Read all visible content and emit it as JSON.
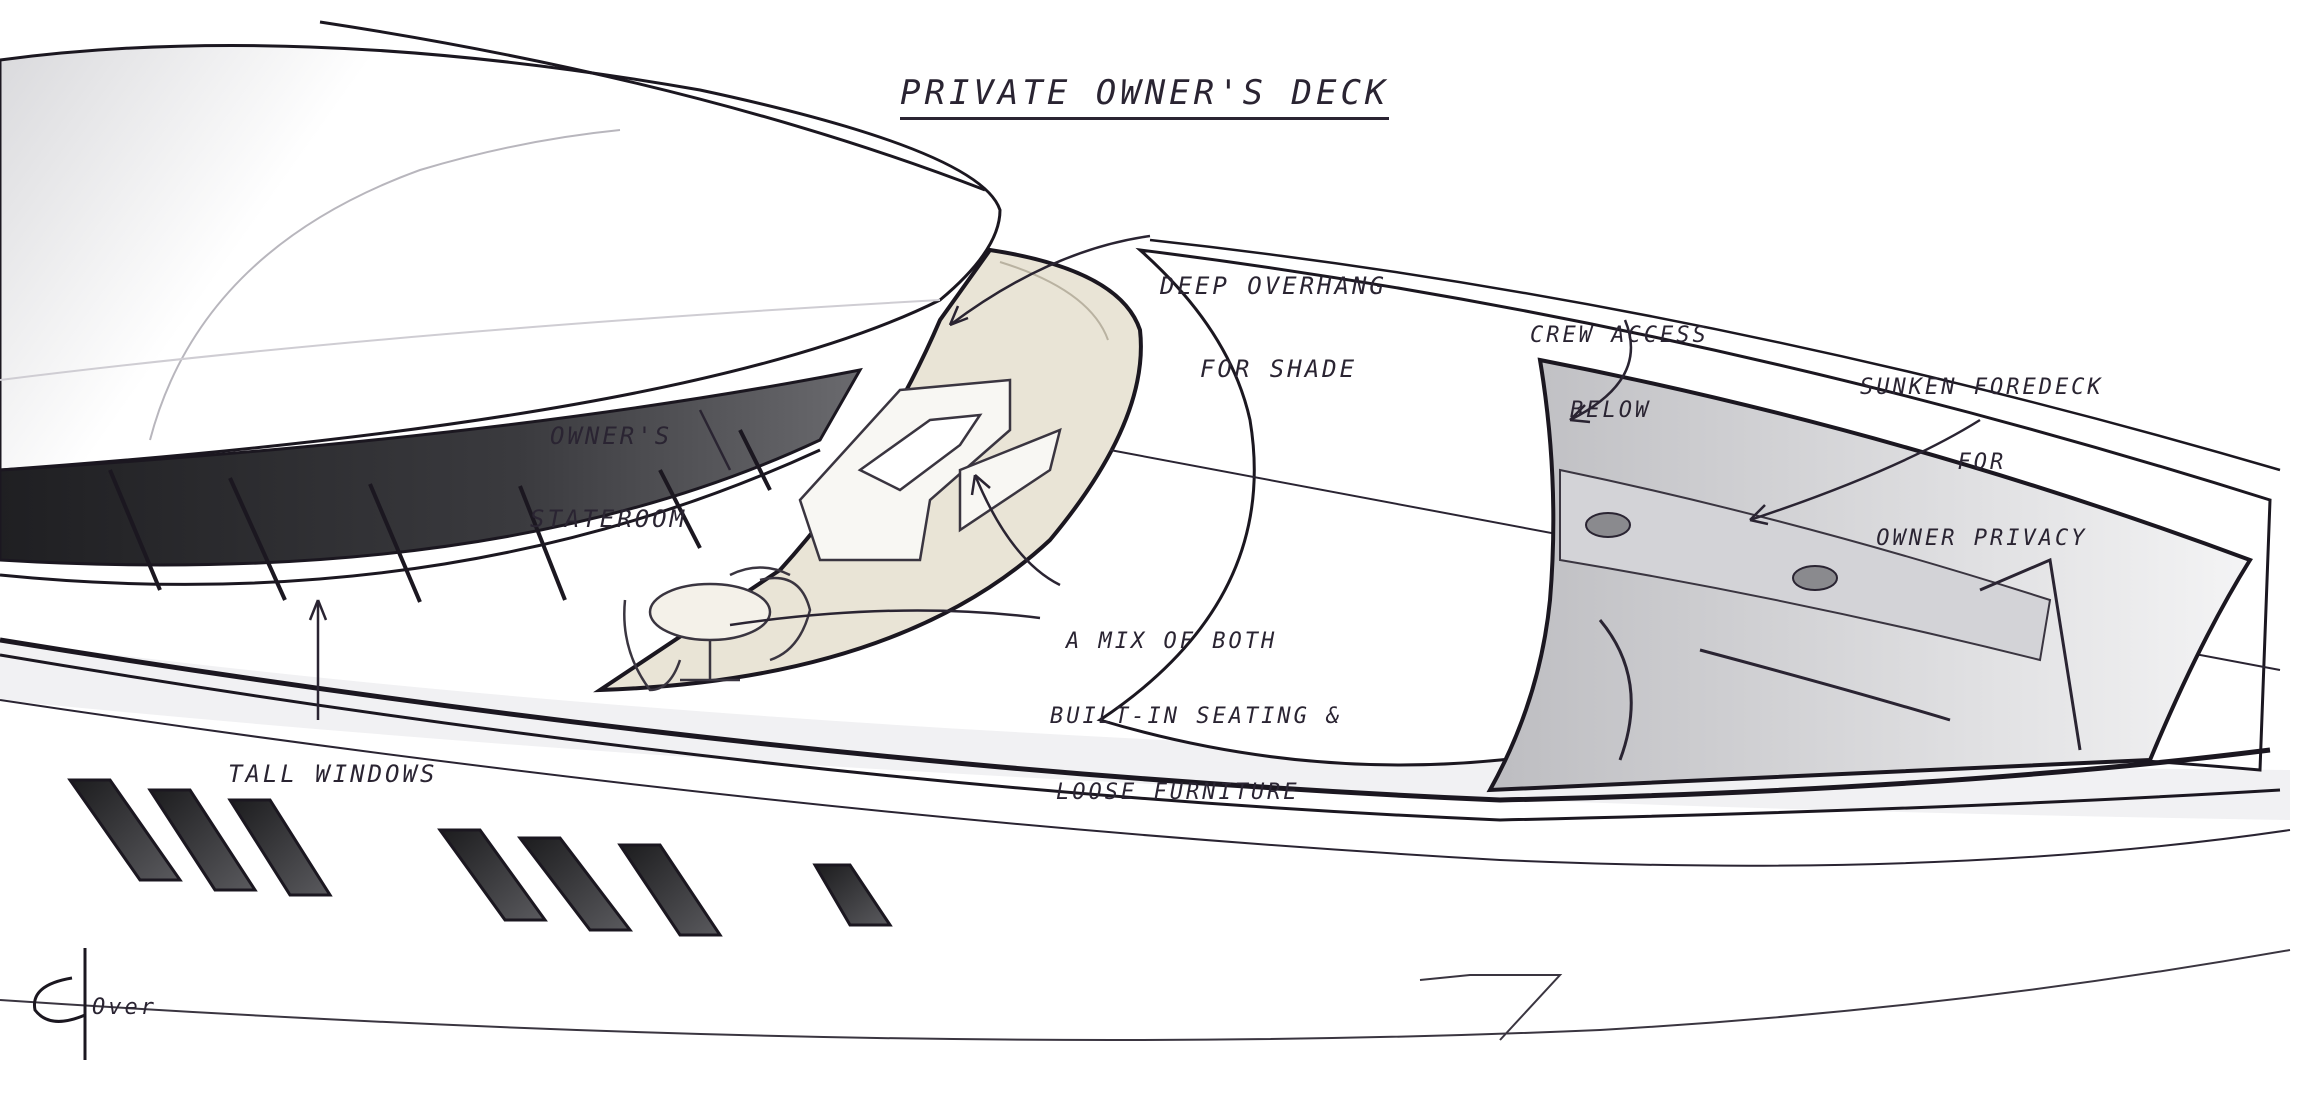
{
  "title": "PRIVATE OWNER'S DECK",
  "annotations": {
    "deep_overhang": [
      "DEEP OVERHANG",
      "FOR SHADE"
    ],
    "crew_access": [
      "CREW ACCESS",
      "BELOW"
    ],
    "sunken_foredeck": [
      "SUNKEN FOREDECK",
      "FOR",
      "OWNER PRIVACY"
    ],
    "owners_stateroom": [
      "OWNER'S",
      "STATEROOM"
    ],
    "mix_furniture": [
      "A MIX OF BOTH",
      "BUILT-IN SEATING &",
      "LOOSE FURNITURE"
    ],
    "tall_windows": [
      "TALL WINDOWS"
    ]
  },
  "signature": "Over",
  "colors": {
    "ink": "#2a2432",
    "deck_beige": "#e9e4d6",
    "window_dark": "#2b2b2e",
    "shadow_grey": "#c9c9cc"
  }
}
